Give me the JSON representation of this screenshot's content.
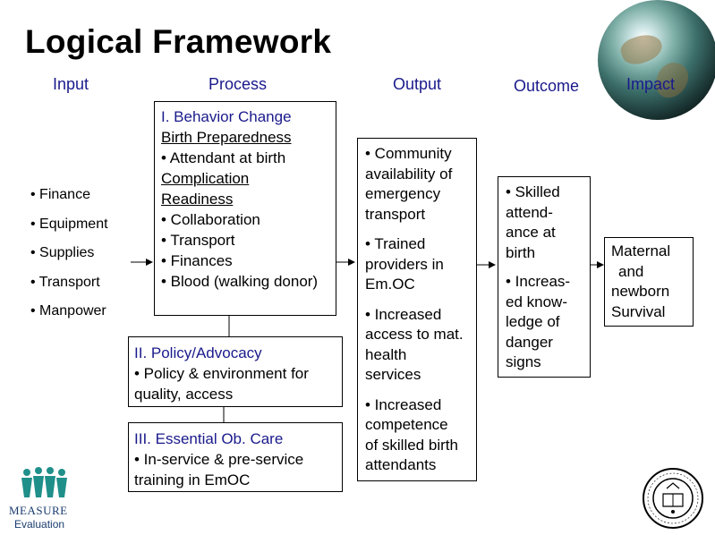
{
  "title": "Logical Framework",
  "headers": {
    "input": "Input",
    "process": "Process",
    "output": "Output",
    "outcome": "Outcome",
    "impact": "Impact"
  },
  "inputs": [
    "• Finance",
    "• Equipment",
    "• Supplies",
    "• Transport",
    "• Manpower"
  ],
  "process": {
    "box1": {
      "lines": [
        "I. Behavior Change",
        "Birth Preparedness",
        "• Attendant at birth",
        "Complication",
        "Readiness",
        "• Collaboration",
        "• Transport",
        "• Finances",
        "• Blood (walking donor)"
      ]
    },
    "box2": {
      "lines": [
        "II. Policy/Advocacy",
        "• Policy & environment for",
        "quality, access"
      ]
    },
    "box3": {
      "lines": [
        "III. Essential Ob. Care",
        "• In-service & pre-service",
        "training in EmOC"
      ]
    }
  },
  "output": {
    "lines": [
      "• Community",
      "availability of",
      "emergency",
      "transport",
      "",
      "• Trained",
      "providers in",
      "Em.OC",
      "",
      "• Increased",
      "access to mat.",
      "health",
      "services",
      "",
      "• Increased",
      "competence",
      "of skilled birth",
      "attendants"
    ]
  },
  "outcome": {
    "lines": [
      "• Skilled",
      "attend-",
      "ance at",
      "birth",
      "",
      "• Increas-",
      "ed know-",
      "ledge of",
      "danger",
      "signs"
    ]
  },
  "impact": {
    "lines": [
      "Maternal",
      "and",
      "newborn",
      "Survival"
    ]
  },
  "logos": {
    "measure_name": "MEASURE",
    "measure_sub": "Evaluation",
    "measure_color": "#1f8f8a"
  },
  "colors": {
    "heading": "#1a1a8c",
    "text": "#000000"
  }
}
